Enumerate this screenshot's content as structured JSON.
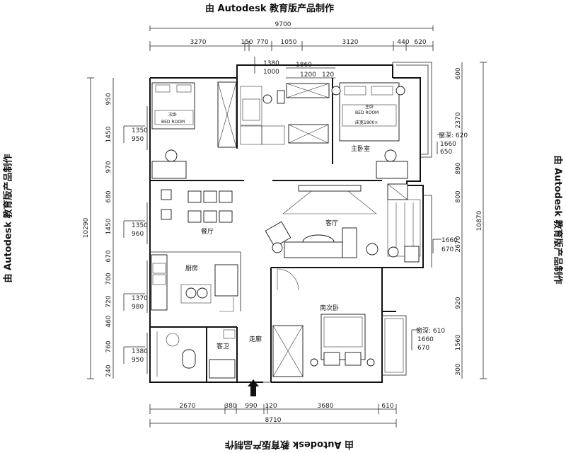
{
  "watermark": "由 Autodesk 教育版产品制作",
  "top_dims": {
    "overall": "9700",
    "segments": [
      "3270",
      "150",
      "770",
      "1050",
      "3120",
      "440",
      "620"
    ]
  },
  "bottom_dims": {
    "overall": "8710",
    "segments": [
      "2670",
      "380",
      "990",
      "120",
      "3680",
      "610"
    ]
  },
  "inner_top_dims": [
    "1380",
    "1000",
    "1860",
    "1200",
    "120"
  ],
  "left_dims": {
    "overall": "10290",
    "segments": [
      "950",
      "1450",
      "970",
      "680",
      "1450",
      "670",
      "700",
      "720",
      "460",
      "760",
      "240"
    ]
  },
  "right_dims": {
    "overall": "10870",
    "segments": [
      "600",
      "2370",
      "890",
      "800",
      "2670",
      "920",
      "1560",
      "300"
    ]
  },
  "window_dims": {
    "w1": [
      "1350",
      "950"
    ],
    "w2": [
      "1350",
      "960"
    ],
    "w3": [
      "1370",
      "980"
    ],
    "w4": [
      "1380",
      "950"
    ]
  },
  "right_window_dims": {
    "r1": [
      "窗深: 620",
      "1660",
      "650"
    ],
    "r2": [
      "1660",
      "670"
    ],
    "r3": [
      "窗深: 610",
      "1660",
      "670"
    ]
  },
  "rooms": {
    "second_bedroom": "次卧",
    "second_bedroom_bed": "BED ROOM",
    "master_tag": "主卧",
    "master_bed": "BED ROOM",
    "master_bed_size": "床宽1800×",
    "master_bedroom": "主卧室",
    "dining": "餐厅",
    "living": "客厅",
    "kitchen": "厨房",
    "corridor": "走廊",
    "guest_bath": "客卫",
    "south_bedroom": "南次卧"
  }
}
